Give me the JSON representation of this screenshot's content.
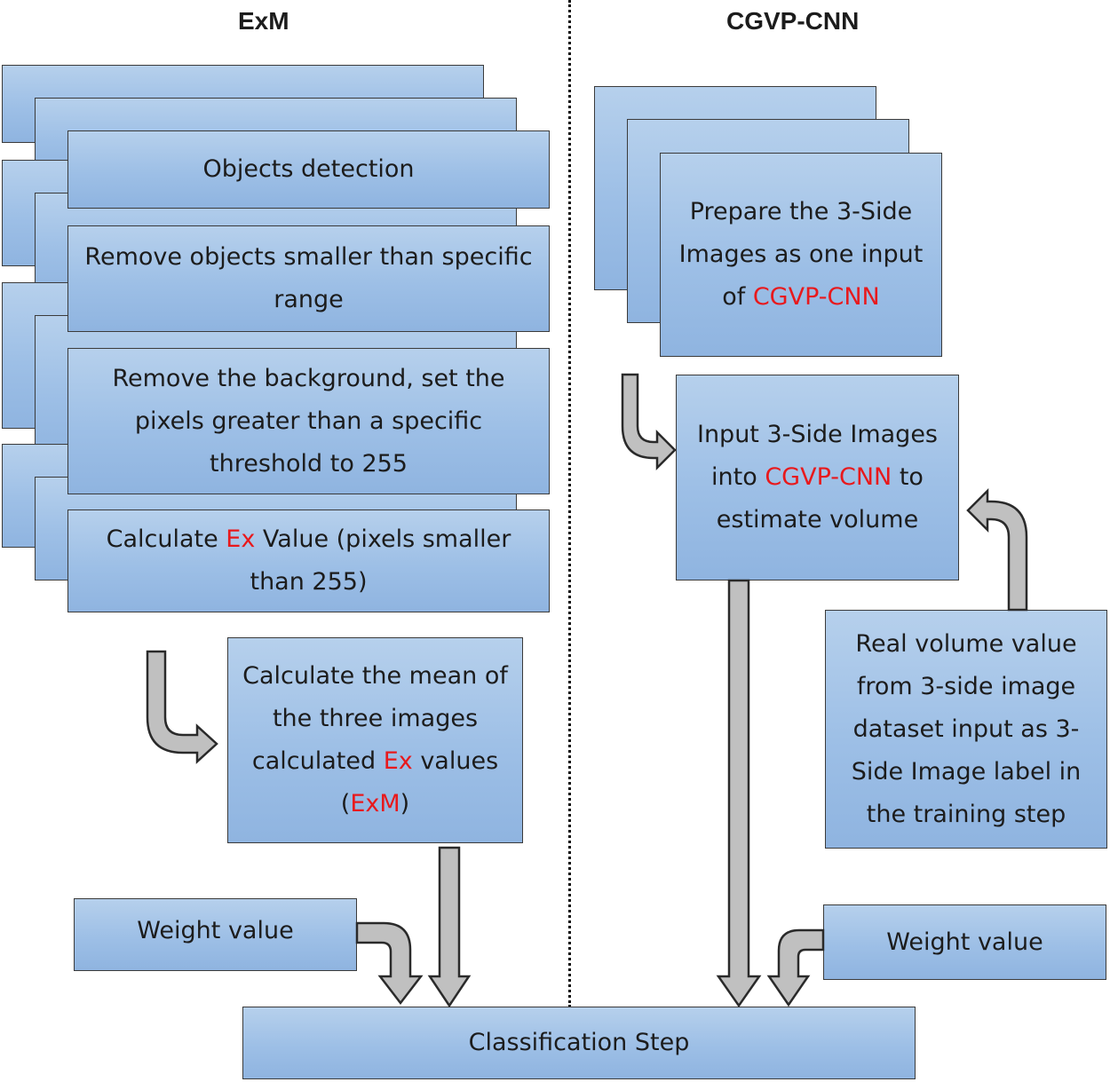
{
  "left": {
    "heading": "ExM",
    "steps": [
      "Objects detection",
      "Remove objects smaller than specific range",
      "Remove the background, set the pixels greater than a specific threshold to 255"
    ],
    "ex_step": {
      "pre": "Calculate ",
      "hl": "Ex",
      "post": " Value (pixels smaller than 255)"
    },
    "mean": {
      "pre": "Calculate the mean of the three images calculated ",
      "hl1": "Ex",
      "mid": " values (",
      "hl2": "ExM",
      "post": ")"
    },
    "weight": "Weight value"
  },
  "right": {
    "heading": "CGVP-CNN",
    "prepare": {
      "pre": "Prepare the 3-Side Images as one input of ",
      "hl": "CGVP-CNN",
      "post": ""
    },
    "input": {
      "pre": "Input 3-Side Images into ",
      "hl": "CGVP-CNN",
      "post": " to estimate volume"
    },
    "real": "Real volume value from 3-side image dataset input as 3-Side Image label in the training step",
    "weight": "Weight value"
  },
  "bottom": {
    "classification": "Classification Step"
  },
  "colors": {
    "box_fill": "#9dbfe6",
    "highlight": "#e8191c",
    "arrow_fill": "#c0c0c0"
  }
}
